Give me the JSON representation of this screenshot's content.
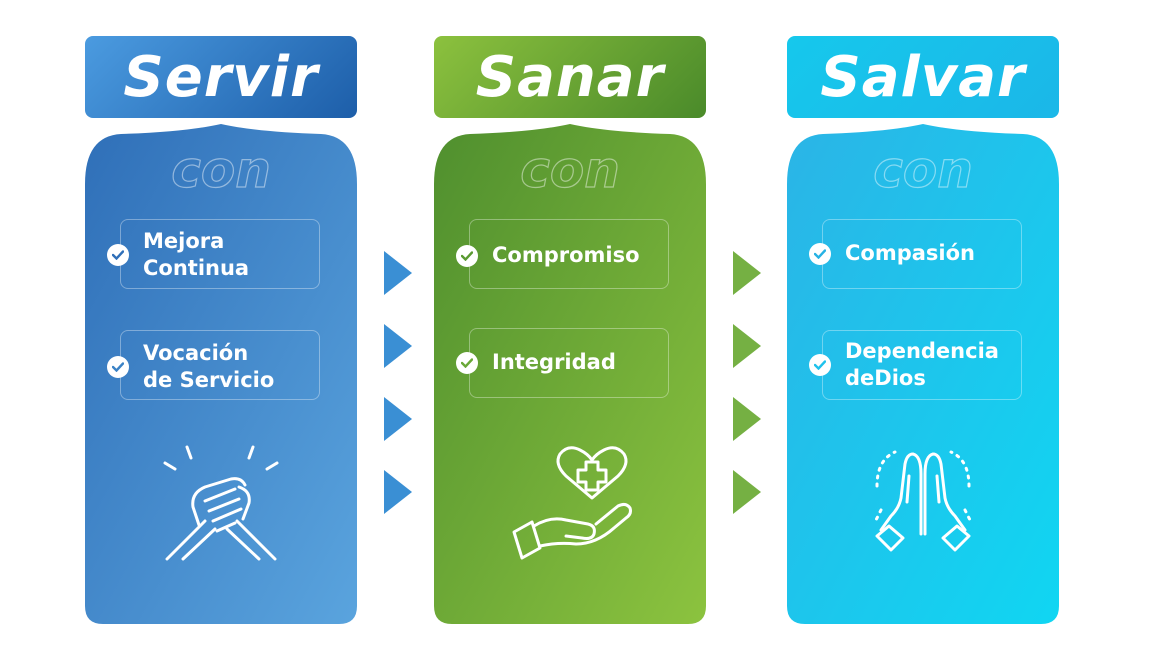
{
  "columns": [
    {
      "title": "Servir",
      "connector": "con",
      "values": [
        "Mejora\nContinua",
        "Vocación\nde Servicio"
      ],
      "icon": "handshake-icon",
      "colors": {
        "tab_start": "#4b9be0",
        "tab_end": "#1d5ea9",
        "body_start": "#2f6fb8",
        "body_end": "#5aa4de"
      }
    },
    {
      "title": "Sanar",
      "connector": "con",
      "values": [
        "Compromiso",
        "Integridad"
      ],
      "icon": "heart-hand-icon",
      "colors": {
        "tab_start": "#8cc13e",
        "tab_end": "#4a8a2a",
        "body_start": "#4f8f2e",
        "body_end": "#8cc33f"
      }
    },
    {
      "title": "Salvar",
      "connector": "con",
      "values": [
        "Compasión",
        "Dependencia\ndeDios"
      ],
      "icon": "praying-hands-icon",
      "colors": {
        "tab_start": "#16c8ec",
        "tab_end": "#1bb7e8",
        "body_start": "#2bb4e6",
        "body_end": "#10d6f2"
      }
    }
  ],
  "arrow_colors": {
    "first": "#3a8fd4",
    "second": "#75b043"
  }
}
